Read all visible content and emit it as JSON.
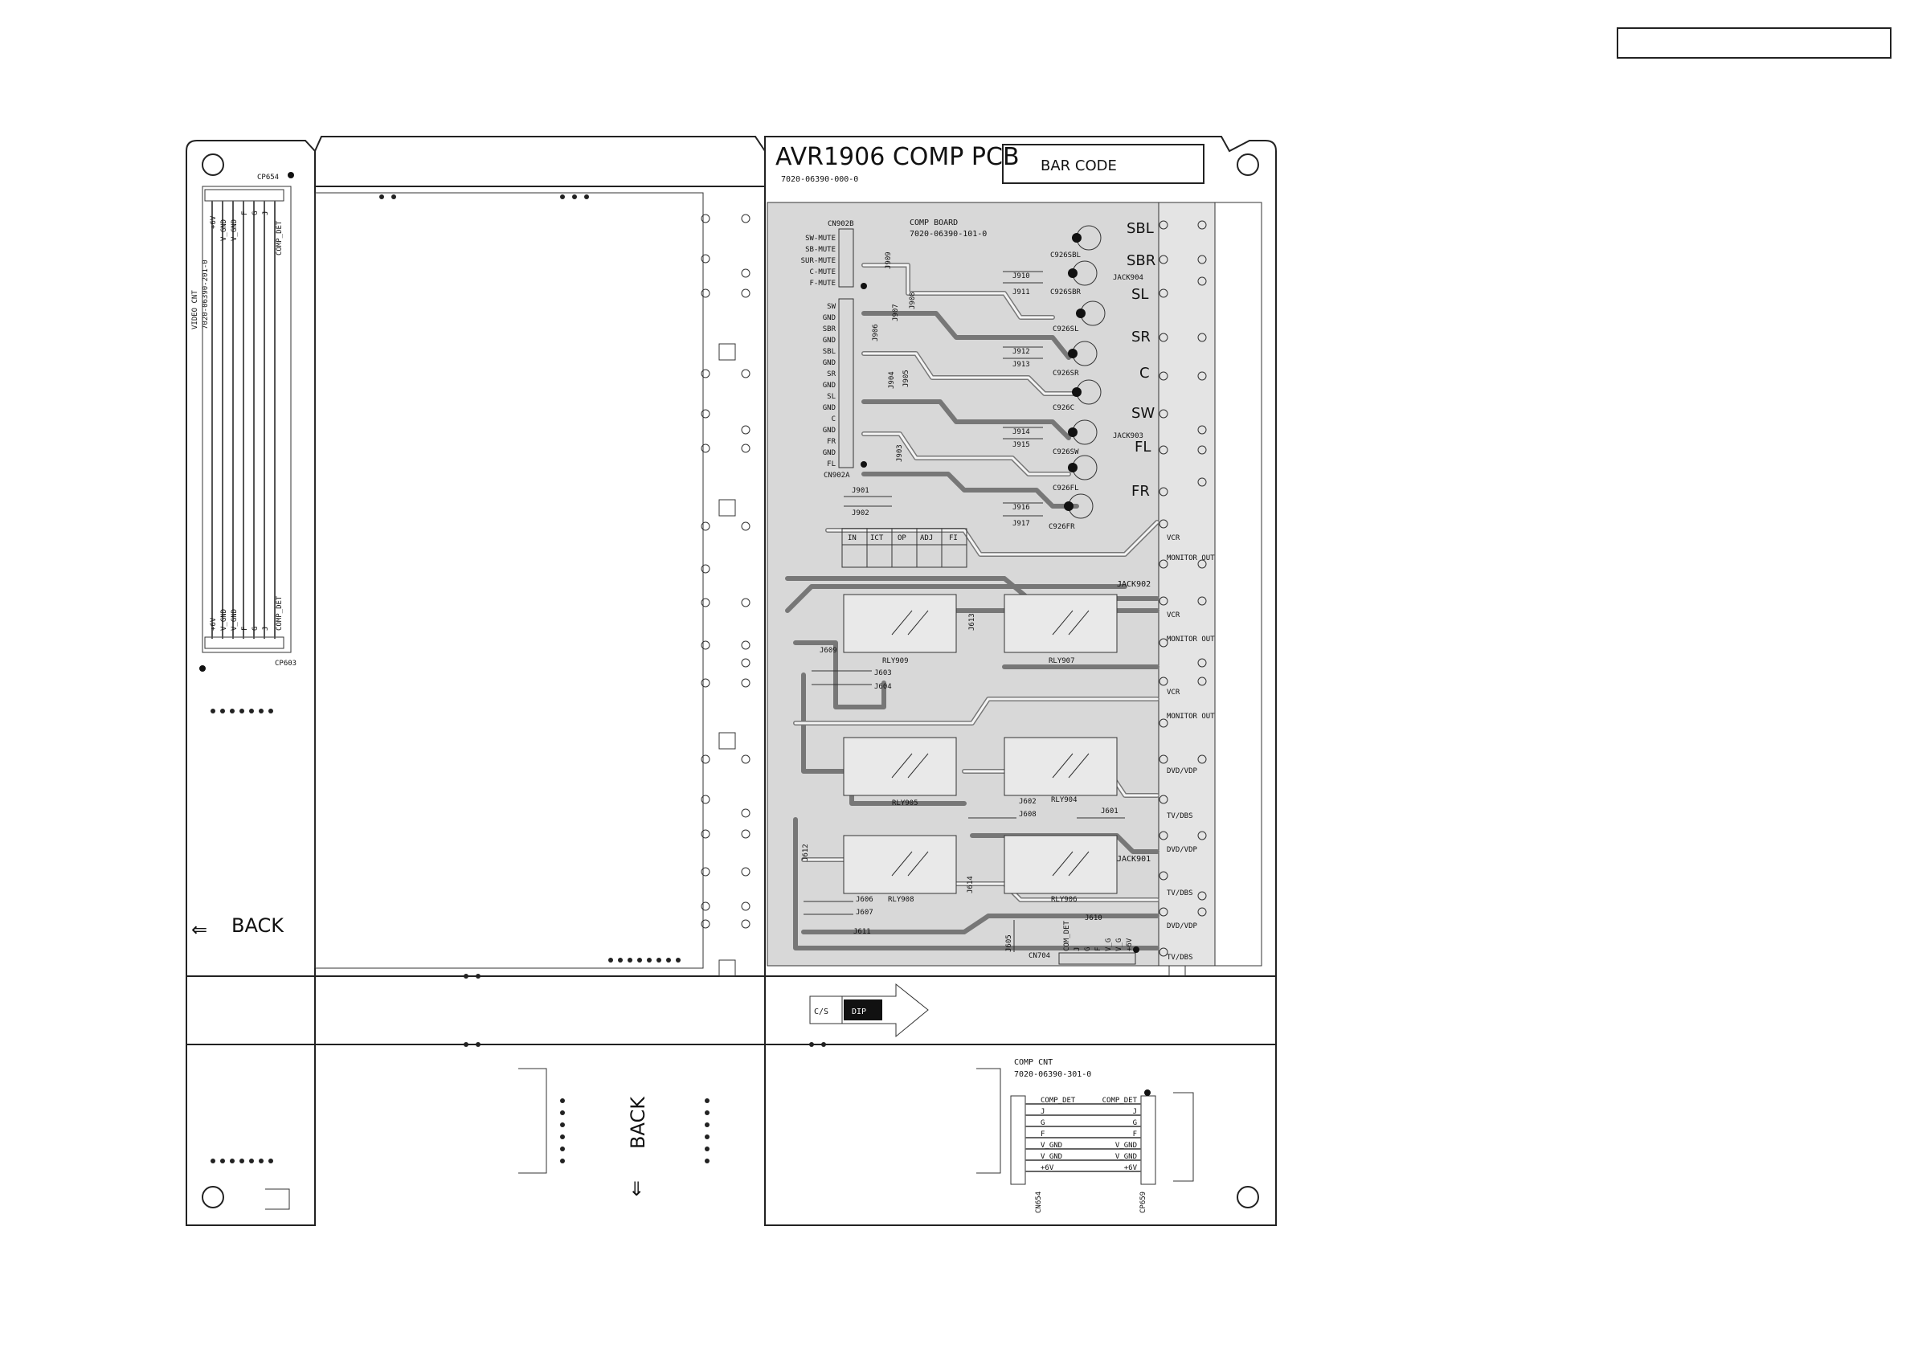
{
  "board": {
    "title": "AVR1906 COMP PCB",
    "part_no": "7020-06390-000-0",
    "bar_code": "BAR CODE",
    "comp_board": "COMP BOARD",
    "comp_board_no": "7020-06390-101-0"
  },
  "video_cnt": {
    "title": "VIDEO CNT",
    "part_no": "7020-06390-201-0",
    "cp_top": "CP654",
    "cp_bottom": "CP603",
    "pins": [
      "+6V",
      "V_GND",
      "V_GND",
      "F",
      "G",
      "J",
      "COMP_DET"
    ]
  },
  "comp_cnt": {
    "title": "COMP CNT",
    "part_no": "7020-06390-301-0",
    "cn": "CN654",
    "cp": "CP659",
    "pins_left": [
      "COMP_DET",
      "J",
      "G",
      "F",
      "V_GND",
      "V_GND",
      "+6V"
    ],
    "pins_right": [
      "COMP_DET",
      "J",
      "G",
      "F",
      "V_GND",
      "V_GND",
      "+6V"
    ]
  },
  "cn902b": {
    "name": "CN902B",
    "pins": [
      "SW-MUTE",
      "SB-MUTE",
      "SUR-MUTE",
      "C-MUTE",
      "F-MUTE"
    ]
  },
  "cn902a": {
    "name": "CN902A",
    "pins": [
      "SW",
      "GND",
      "SBR",
      "GND",
      "SBL",
      "GND",
      "SR",
      "GND",
      "SL",
      "GND",
      "C",
      "GND",
      "FR",
      "GND",
      "FL"
    ]
  },
  "jumpers": {
    "j909": "J909",
    "j908": "J908",
    "j907": "J907",
    "j906": "J906",
    "j905": "J905",
    "j904": "J904",
    "j903": "J903",
    "j901": "J901",
    "j902": "J902",
    "j910": "J910",
    "j911": "J911",
    "j912": "J912",
    "j913": "J913",
    "j914": "J914",
    "j915": "J915",
    "j916": "J916",
    "j917": "J917",
    "j609": "J609",
    "j603": "J603",
    "j604": "J604",
    "j613": "J613",
    "j612": "J612",
    "j606": "J606",
    "j607": "J607",
    "j611": "J611",
    "j614": "J614",
    "j602": "J602",
    "j608": "J608",
    "j601": "J601",
    "j605": "J605",
    "j610": "J610"
  },
  "capacitors": [
    "C926SBL",
    "C926SBR",
    "C926SL",
    "C926SR",
    "C926C",
    "C926SW",
    "C926FL",
    "C926FR"
  ],
  "relays": {
    "r909": "RLY909",
    "r907": "RLY907",
    "r905": "RLY905",
    "r904": "RLY904",
    "r908": "RLY908",
    "r906": "RLY906"
  },
  "jack904": {
    "name": "JACK904",
    "labels": [
      "SBL",
      "SBR",
      "SL",
      "SR",
      "C",
      "SW",
      "FL",
      "FR"
    ]
  },
  "jack903": "JACK903",
  "jack902": {
    "name": "JACK902",
    "labels": [
      "VCR",
      "MONITOR OUT",
      "VCR",
      "MONITOR OUT",
      "VCR",
      "MONITOR OUT"
    ]
  },
  "jack901": {
    "name": "JACK901",
    "labels": [
      "DVD/VDP",
      "TV/DBS",
      "DVD/VDP",
      "TV/DBS",
      "DVD/VDP",
      "TV/DBS"
    ]
  },
  "test_table": [
    "IN",
    "ICT",
    "OP",
    "ADJ",
    "FI"
  ],
  "cn704": {
    "name": "CN704",
    "pins": [
      "COM_DET",
      "J",
      "G",
      "F",
      "V_G",
      "V_G",
      "+6V"
    ]
  },
  "dip": {
    "cs": "C/S",
    "dip": "DIP"
  },
  "back_left": "BACK",
  "back_bottom": "BACK",
  "arrow_left": "⇐",
  "arrow_down": "⇓",
  "colors": {
    "ink": "#111111",
    "trace": "#777777",
    "board_fill": "#d8d8d8"
  }
}
